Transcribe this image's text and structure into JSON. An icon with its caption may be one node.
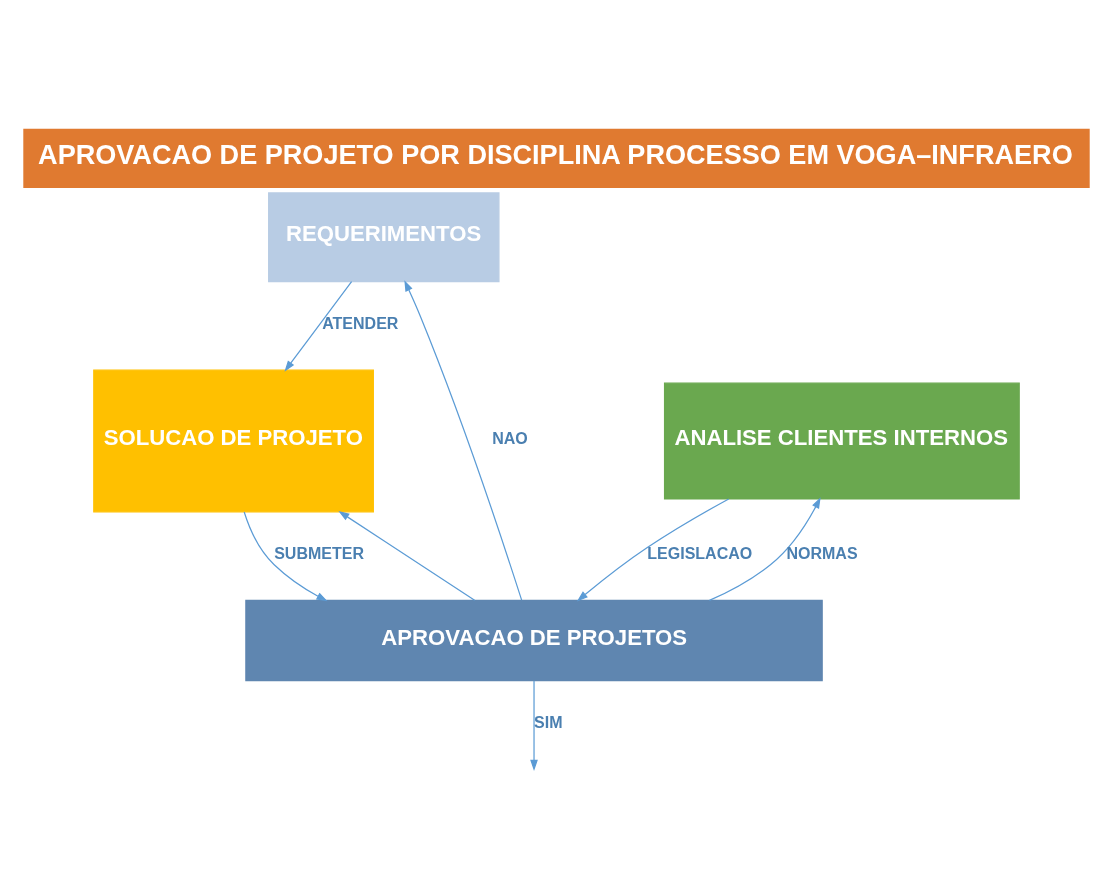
{
  "diagram": {
    "title": "APROVACAO DE PROJETO POR DISCIPLINA PROCESSO EM VOGA–INFRAERO",
    "nodes": [
      {
        "text": [
          "REQUERIMENTOS"
        ]
      },
      {
        "text": [
          "SOLUCAO DE PROJETO"
        ]
      },
      {
        "text": [
          "ANALISE CLIENTES INTERNOS"
        ]
      },
      {
        "text": [
          "APROVACAO DE PROJETOS"
        ]
      }
    ],
    "edges": [
      {
        "from": 0,
        "to": 1,
        "arrow": "to",
        "label": "ATENDER"
      },
      {
        "from": 1,
        "to": 3,
        "arrow": "to",
        "label": "SUBMETER"
      },
      {
        "from": 3,
        "to": 0,
        "arrow": "to",
        "label": "NAO"
      },
      {
        "from": 3,
        "to": 1,
        "arrow": "to"
      },
      {
        "from": 2,
        "to": 3,
        "arrow": "to",
        "label": "LEGISLACAO"
      },
      {
        "from": 3,
        "to": 2,
        "arrow": "to",
        "label": "NORMAS"
      },
      {
        "from": 3,
        "to": null,
        "arrow": "to",
        "label": "SIM"
      }
    ]
  }
}
